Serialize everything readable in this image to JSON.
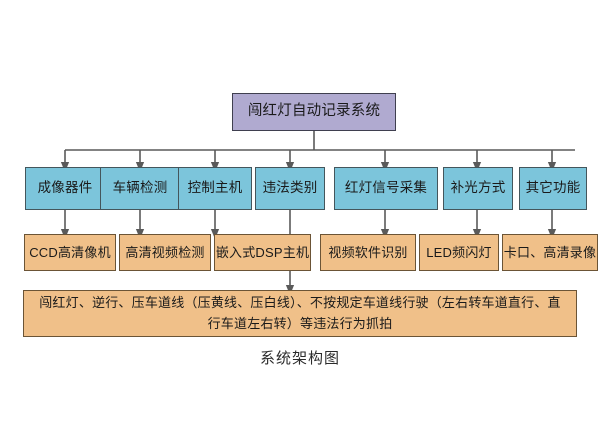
{
  "diagram": {
    "caption": "系统架构图",
    "colors": {
      "background": "#ffffff",
      "root_fill": "#b0aad0",
      "level2_fill": "#7cc5db",
      "level3_fill": "#f0c089",
      "connector": "#5a5a5a",
      "text": "#1a1a1a"
    },
    "root": {
      "label": "闯红灯自动记录系统"
    },
    "level2": [
      {
        "label": "成像器件"
      },
      {
        "label": "车辆检测"
      },
      {
        "label": "控制主机"
      },
      {
        "label": "违法类别"
      },
      {
        "label": "红灯信号采集"
      },
      {
        "label": "补光方式"
      },
      {
        "label": "其它功能"
      }
    ],
    "level3": [
      {
        "label": "CCD高清像机"
      },
      {
        "label": "高清视频检测"
      },
      {
        "label": "嵌入式DSP主机"
      },
      {
        "label": "视频软件识别"
      },
      {
        "label": "LED频闪灯"
      },
      {
        "label": "卡口、高清录像"
      }
    ],
    "footer": {
      "label": "闯红灯、逆行、压车道线（压黄线、压白线）、不按规定车道线行驶（左右转车道直行、直行车道左右转）等违法行为抓拍"
    }
  }
}
